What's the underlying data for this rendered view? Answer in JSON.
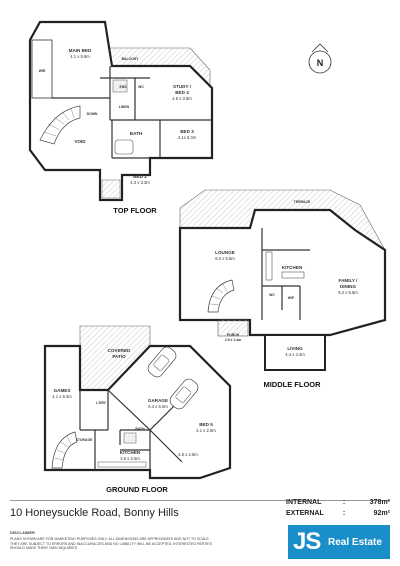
{
  "address": "10 Honeysuckle Road, Bonny Hills",
  "areas": {
    "internal_label": "INTERNAL",
    "internal_value": "378m²",
    "external_label": "EXTERNAL",
    "external_value": "92m²"
  },
  "compass_label": "N",
  "disclaimer_title": "DISCLAIMER",
  "disclaimer_text": "PLANS SHOWN ARE FOR MARKETING PURPOSES ONLY. ALL DIMENSIONS ARE APPROXIMATE AND NOT TO SCALE. THEY ARE SUBJECT TO ERRORS AND INACCURACIES AND NO LIABILITY WILL BE ACCEPTED. INTERESTED PARTIES SHOULD MAKE THEIR OWN INQUIRIES.",
  "logo": {
    "mark": "JS",
    "name": "Real Estate",
    "color": "#1a8ec8"
  },
  "top_floor": {
    "title": "TOP FLOOR",
    "main_bed": {
      "name": "MAIN BED",
      "dims": "4.1 x 5.8m"
    },
    "balcony": "BALCONY",
    "wir": "WIR",
    "ens": "ENS",
    "wc": "WC",
    "linen": "LINEN",
    "down": "DOWN",
    "study": {
      "name": "STUDY /",
      "name2": "BED 4",
      "dims": "4.6 x 3.5m"
    },
    "bed3": {
      "name": "BED 3",
      "dims": "4.1x 3.3m"
    },
    "bath": "BATH",
    "void": "VOID",
    "bed2": {
      "name": "BED 2",
      "dims": "4.3 x 3.3m"
    }
  },
  "middle_floor": {
    "title": "MIDDLE FLOOR",
    "terrace": "TERRACE",
    "lounge": {
      "name": "LOUNGE",
      "dims": "6.0 x 5.5m"
    },
    "kitchen": "KITCHEN",
    "family": {
      "name": "FAMILY /",
      "name2": "DINING",
      "dims": "9.2 x 6.6m"
    },
    "wc": "WC",
    "wip": "WIP",
    "porch": {
      "name": "PORCH",
      "dims": "2.9 x 1.4m"
    },
    "living": {
      "name": "LIVING",
      "dims": "4.4 x 3.4m"
    }
  },
  "ground_floor": {
    "title": "GROUND FLOOR",
    "covered_patio": {
      "name": "COVERED",
      "name2": "PATIO"
    },
    "games": {
      "name": "GAMES",
      "dims": "4.1 x 9.2m"
    },
    "lndry": "L'DRY",
    "garage": {
      "name": "GARAGE",
      "dims": "6.4 x 6.0m"
    },
    "bed5": {
      "name": "BED 5",
      "dims": "4.1 x 2.5m"
    },
    "bath": "BATH",
    "storage": "STORAGE",
    "kitchen": {
      "name": "KITCHEN",
      "dims": "3.6 x 2.5m"
    },
    "room": {
      "dims": "4.5 x 2.5m"
    }
  }
}
